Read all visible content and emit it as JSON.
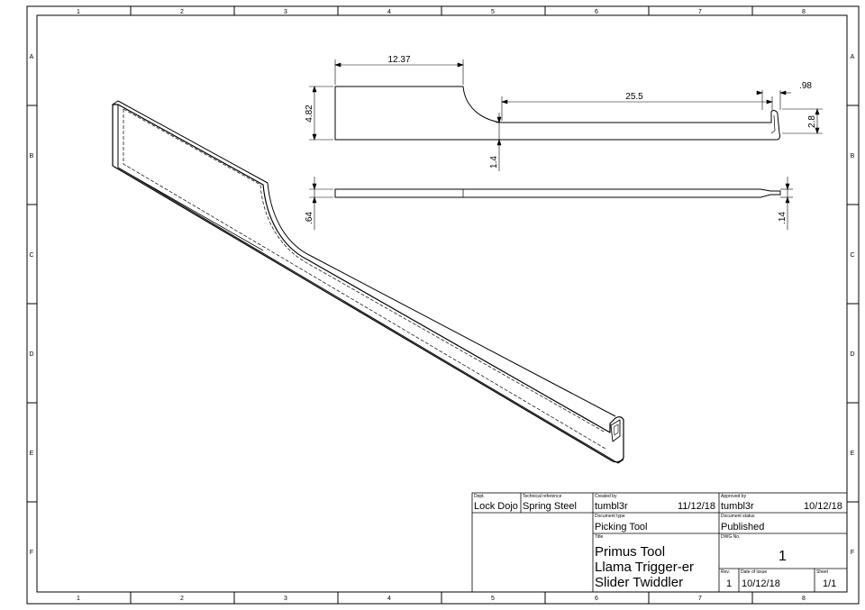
{
  "frame": {
    "columns": [
      "1",
      "2",
      "3",
      "4",
      "5",
      "6",
      "7",
      "8"
    ],
    "rows": [
      "A",
      "B",
      "C",
      "D",
      "E",
      "F"
    ]
  },
  "dimensions": {
    "d1": "12.37",
    "d2": "4.82",
    "d3": "25.5",
    "d4": ".98",
    "d5": "2.8",
    "d6": "1.4",
    "d7": ".64",
    "d8": ".14"
  },
  "title_block": {
    "dept_label": "Dept.",
    "dept": "Lock Dojo",
    "tech_ref_label": "Technical reference",
    "tech_ref": "Spring Steel",
    "created_by_label": "Created by",
    "created_by": "tumbl3r",
    "created_date": "11/12/18",
    "approved_by_label": "Approved by",
    "approved_by": "tumbl3r",
    "approved_date": "10/12/18",
    "doc_type_label": "Document type",
    "doc_type": "Picking Tool",
    "doc_status_label": "Document status",
    "doc_status": "Published",
    "title_label": "Title",
    "title_line1": "Primus Tool",
    "title_line2": "Llama Trigger-er",
    "title_line3": "Slider Twiddler",
    "dwg_no_label": "DWG No.",
    "dwg_no": "1",
    "rev_label": "Rev.",
    "rev": "1",
    "issue_date_label": "Date of issue",
    "issue_date": "10/12/18",
    "sheet_label": "Sheet",
    "sheet": "1/1"
  }
}
